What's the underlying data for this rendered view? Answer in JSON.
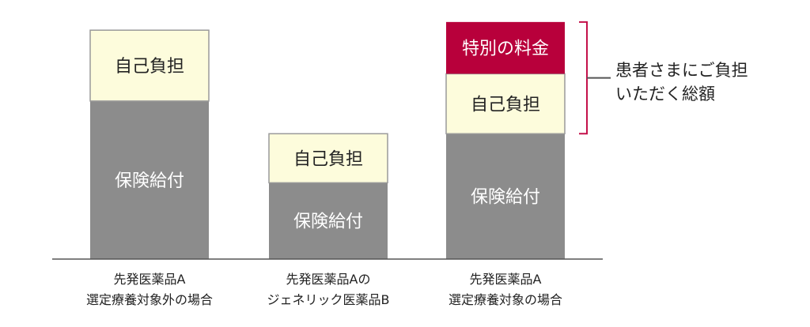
{
  "colors": {
    "insurance": "#8c8c8c",
    "copay": "#fdfcdc",
    "special": "#b8003b",
    "bracket": "#c4114a",
    "border": "#9a9a9a",
    "baseline": "#555555"
  },
  "bars": [
    {
      "segments": [
        {
          "kind": "insurance",
          "label": "保険給付",
          "value": 5.8
        },
        {
          "kind": "copay",
          "label": "自己負担",
          "value": 2.6
        }
      ],
      "caption": [
        "先発医薬品A",
        "選定療養対象外の場合"
      ]
    },
    {
      "segments": [
        {
          "kind": "insurance",
          "label": "保険給付",
          "value": 2.8
        },
        {
          "kind": "copay",
          "label": "自己負担",
          "value": 1.8
        }
      ],
      "caption": [
        "先発医薬品Aの",
        "ジェネリック医薬品B"
      ]
    },
    {
      "segments": [
        {
          "kind": "insurance",
          "label": "保険給付",
          "value": 4.6
        },
        {
          "kind": "copay",
          "label": "自己負担",
          "value": 2.2
        },
        {
          "kind": "special",
          "label": "特別の料金",
          "value": 1.9
        }
      ],
      "caption": [
        "先発医薬品A",
        "選定療養対象の場合"
      ]
    }
  ],
  "bracket_note": [
    "患者さまにご負担",
    "いただく総額"
  ]
}
